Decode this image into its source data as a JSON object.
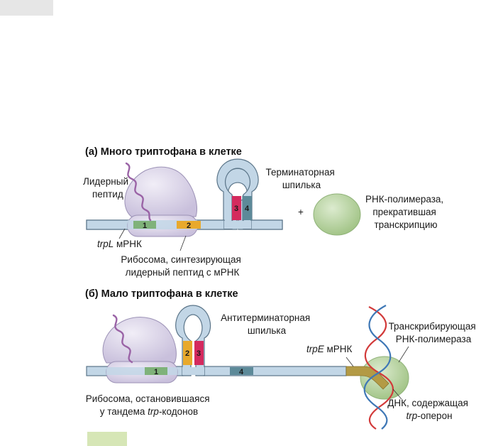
{
  "panel_a": {
    "title": "(а) Много триптофана в клетке",
    "leader_peptide": [
      "Лидерный",
      "пептид"
    ],
    "terminator": [
      "Терминаторная",
      "шпилька"
    ],
    "plus": "+",
    "polymerase": [
      "РНК-полимераза,",
      "прекратившая",
      "транскрипцию"
    ],
    "trpL_italic": "trpL",
    "trpL_rest": " мРНК",
    "ribosome": [
      "Рибосома, синтезирующая",
      "лидерный пептид с мРНК"
    ],
    "regions": [
      "1",
      "2",
      "3",
      "4"
    ]
  },
  "panel_b": {
    "title": "(б) Мало триптофана в клетке",
    "antiterminator": [
      "Антитерминаторная",
      "шпилька"
    ],
    "trpE_italic": "trpE",
    "trpE_rest": " мРНК",
    "polymerase": [
      "Транскрибирующая",
      "РНК-полимераза"
    ],
    "ribosome_line1": "Рибосома, остановившаяся",
    "ribosome_line2_pre": "у тандема ",
    "ribosome_line2_italic": "trp",
    "ribosome_line2_post": "-кодонов",
    "dna_line1": "ДНК, содержащая",
    "dna_line2_italic": "trp",
    "dna_line2_post": "-оперон",
    "regions": [
      "1",
      "2",
      "3",
      "4"
    ]
  },
  "colors": {
    "mrna_fill": "#c2d6e6",
    "mrna_stroke": "#5a7488",
    "region1": "#7fb27a",
    "region2": "#e8a92c",
    "region3": "#d42a5e",
    "region4": "#5d8a99",
    "ribosome": "#d8d2e6",
    "peptide": "#9a63a6",
    "polymerase": "#b8d4a0",
    "trpE": "#b39a45",
    "dna_red": "#d23a3a",
    "dna_blue": "#3f78b6"
  }
}
